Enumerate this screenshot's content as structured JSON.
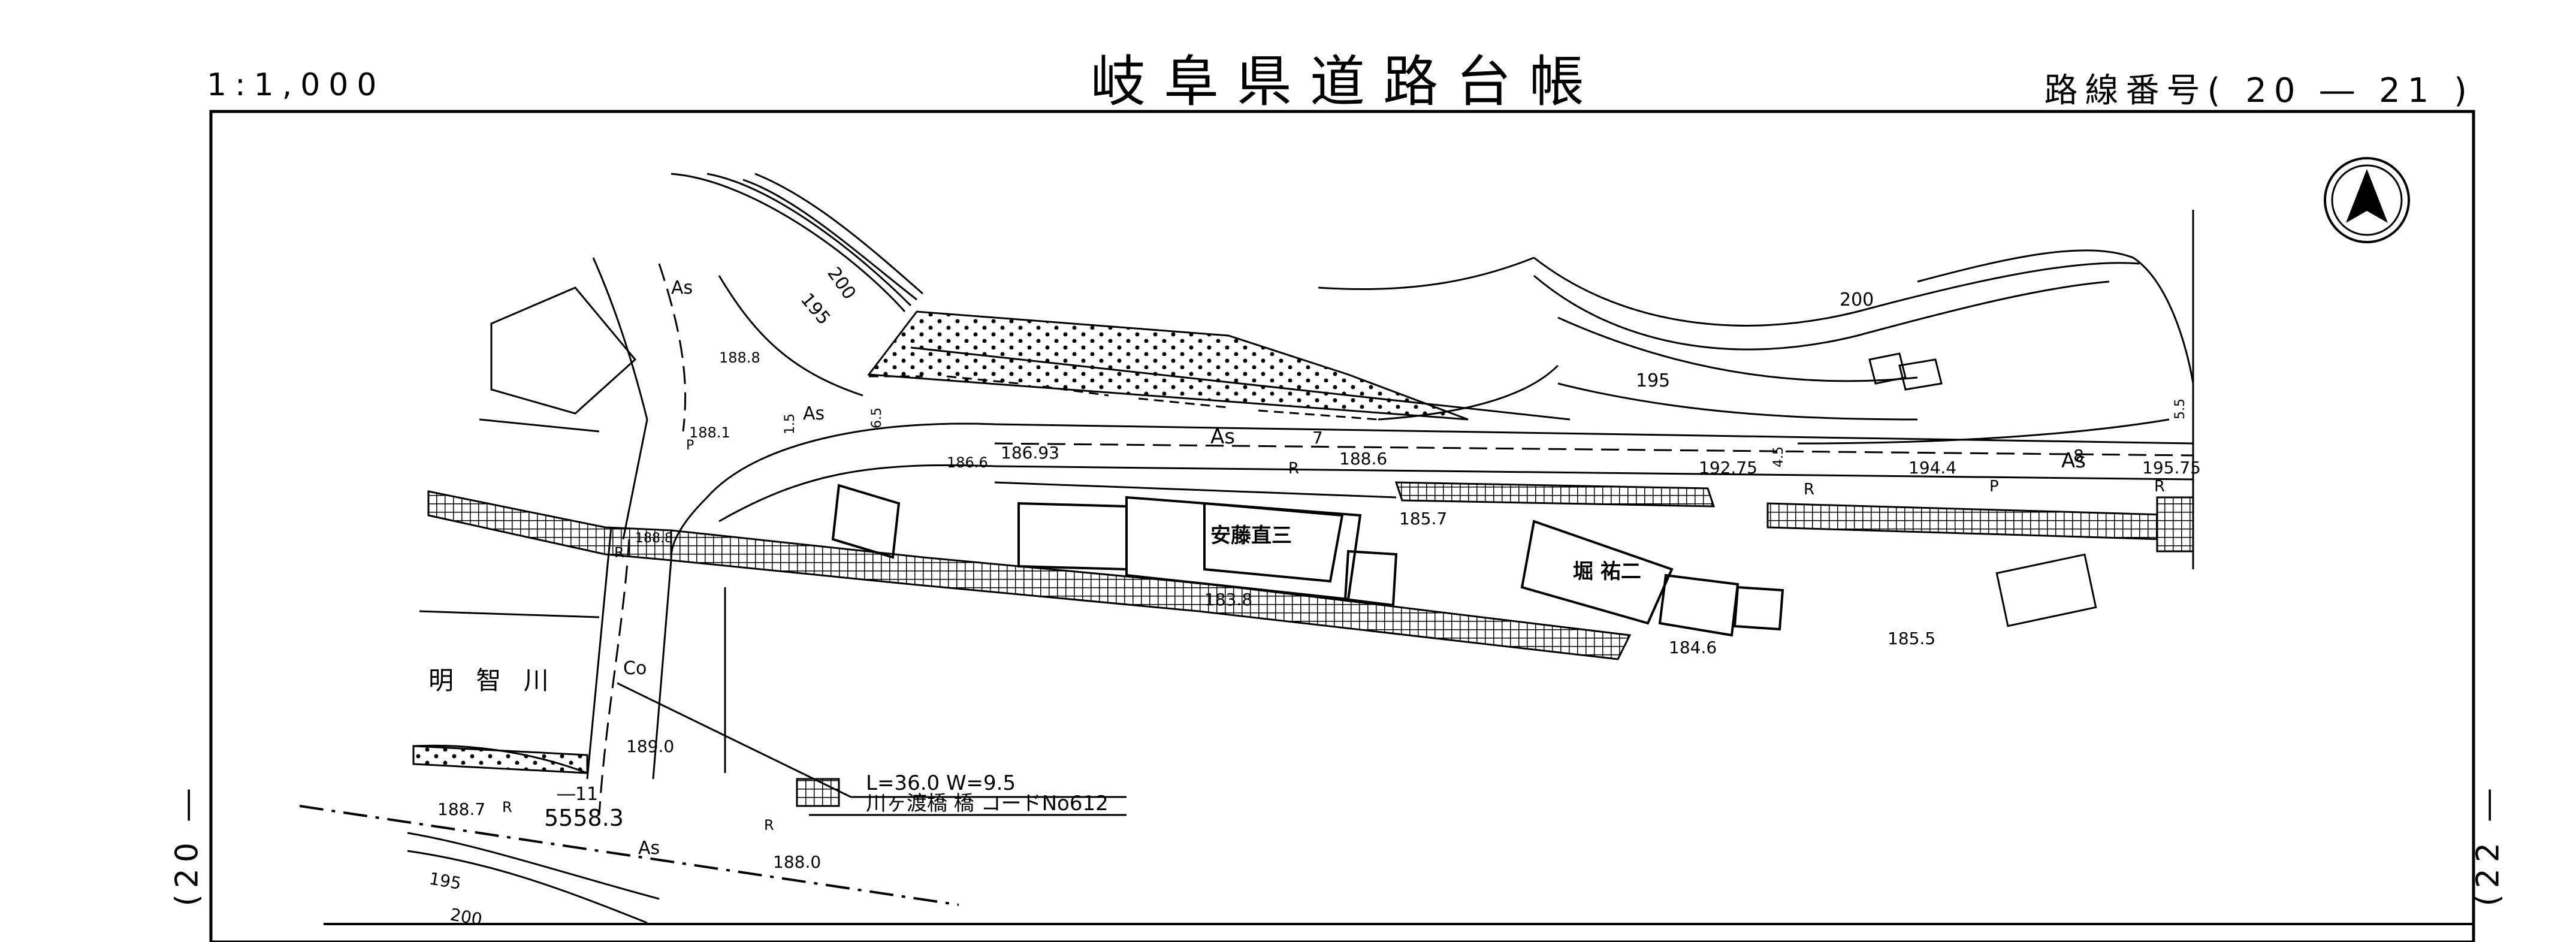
{
  "header": {
    "title": "岐阜県道路台帳",
    "scale": "1:1,000",
    "route_label": "路線番号",
    "route_open": "(",
    "route_number": "20 ― 21",
    "route_close": ")"
  },
  "sides": {
    "left": "(20 ―",
    "right": "(22 ―"
  },
  "map": {
    "labels": {
      "owner_1": "安藤直三",
      "owner_2": "堀 祐二",
      "river": "明 智 川",
      "bridge_dims": "L=36.0  W=9.5",
      "bridge_name": "川ヶ渡橋 橋 コードNo612",
      "station": "5558.3",
      "station_mark": "―11",
      "road_width_7": "7",
      "road_width_8": "8",
      "width_65": "6.5",
      "width_15": "1.5",
      "width_55": "5.5",
      "width_45": "4.5"
    },
    "surfaces": [
      "As",
      "As",
      "As",
      "As",
      "As",
      "Co"
    ],
    "elevations": [
      "188.8",
      "188.1",
      "186.6",
      "186.93",
      "188.6",
      "185.7",
      "183.8",
      "189.0",
      "188.7",
      "188.0",
      "192.75",
      "194.4",
      "195.75",
      "185.5",
      "184.6",
      "188.8"
    ],
    "contours": [
      "200",
      "195",
      "200",
      "195",
      "195",
      "200"
    ],
    "markers": [
      "R",
      "R",
      "R",
      "R",
      "P",
      "R",
      "P",
      "R"
    ]
  },
  "north_arrow": "north-arrow-icon"
}
